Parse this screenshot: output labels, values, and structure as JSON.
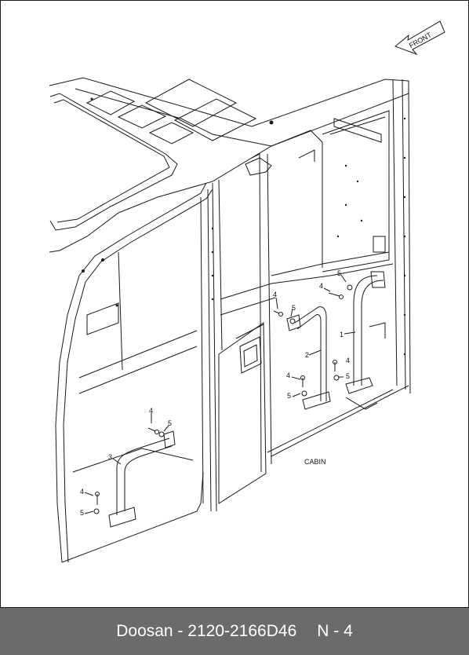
{
  "diagram": {
    "front_label": "FRONT",
    "section_label": "CABIN",
    "callouts": [
      {
        "id": "c1",
        "text": "1"
      },
      {
        "id": "c2",
        "text": "2"
      },
      {
        "id": "c3",
        "text": "3"
      },
      {
        "id": "c4a",
        "text": "4"
      },
      {
        "id": "c4b",
        "text": "4"
      },
      {
        "id": "c4c",
        "text": "4"
      },
      {
        "id": "c4d",
        "text": "4"
      },
      {
        "id": "c4e",
        "text": "4"
      },
      {
        "id": "c4f",
        "text": "4"
      },
      {
        "id": "c5a",
        "text": "5"
      },
      {
        "id": "c5b",
        "text": "5"
      },
      {
        "id": "c5c",
        "text": "5"
      },
      {
        "id": "c5d",
        "text": "5"
      },
      {
        "id": "c5e",
        "text": "5"
      },
      {
        "id": "c5f",
        "text": "5"
      }
    ]
  },
  "footer": {
    "brand": "Doosan",
    "separator": "-",
    "part_number": "2120-2166D46",
    "page": "N - 4"
  }
}
